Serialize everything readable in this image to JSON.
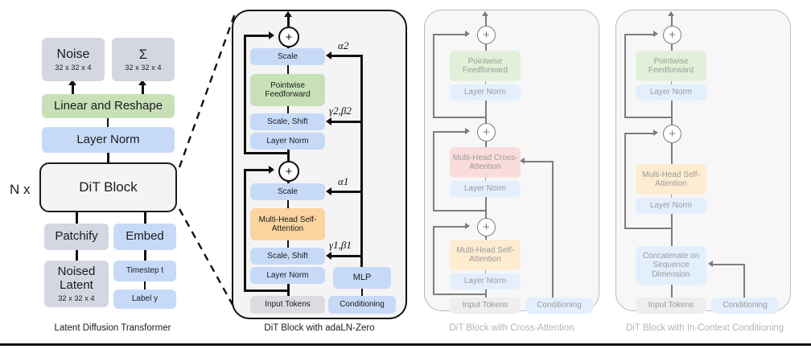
{
  "figure": {
    "dims": "32 x 32 x 4",
    "plus_glyph": "+"
  },
  "panels": [
    {
      "caption": "Latent Diffusion Transformer",
      "nodes": {
        "noise": "Noise",
        "sigma": "Σ",
        "noise_dims": "32 x 32 x 4",
        "sigma_dims": "32 x 32 x 4",
        "linear_reshape": "Linear and Reshape",
        "layer_norm": "Layer Norm",
        "dit_block": "DiT Block",
        "patchify": "Patchify",
        "embed": "Embed",
        "noised_latent": "Noised Latent",
        "noised_latent_dims": "32 x 32 x 4",
        "timestep": "Timestep t",
        "label": "Label y",
        "repeat": "N x"
      }
    },
    {
      "caption": "DiT Block with adaLN-Zero",
      "nodes": {
        "scale_top": "Scale",
        "pointwise_feedforward": "Pointwise Feedforward",
        "scale_shift_top": "Scale, Shift",
        "layer_norm_top": "Layer Norm",
        "scale_bottom": "Scale",
        "multihead_self_attention": "Multi-Head Self-Attention",
        "scale_shift_bottom": "Scale, Shift",
        "layer_norm_bottom": "Layer Norm",
        "mlp": "MLP",
        "input_tokens": "Input Tokens",
        "conditioning": "Conditioning"
      },
      "greek": {
        "alpha2": "α2",
        "gamma_beta2": "γ2,β2",
        "alpha1": "α1",
        "gamma_beta1": "γ1,β1"
      }
    },
    {
      "caption": "DiT Block with Cross-Attention",
      "nodes": {
        "pointwise_feedforward": "Pointwise Feedforward",
        "layer_norm_3": "Layer Norm",
        "multihead_cross_attention": "Multi-Head Cross-Attention",
        "layer_norm_2": "Layer Norm",
        "multihead_self_attention": "Multi-Head Self-Attention",
        "layer_norm_1": "Layer Norm",
        "input_tokens": "Input Tokens",
        "conditioning": "Conditioning"
      }
    },
    {
      "caption": "DiT Block with In-Context Conditioning",
      "nodes": {
        "pointwise_feedforward": "Pointwise Feedforward",
        "layer_norm_2": "Layer Norm",
        "multihead_self_attention": "Multi-Head Self-Attention",
        "layer_norm_1": "Layer Norm",
        "concatenate": "Concatenate on Sequence Dimension",
        "input_tokens": "Input Tokens",
        "conditioning": "Conditioning"
      }
    }
  ],
  "colors": {
    "gray": "#d4d6e2",
    "green": "#c7e0b7",
    "blue": "#c6daf8",
    "orange": "#fbd4a0",
    "red": "#f7c3c3",
    "light_gray": "#dcdce0",
    "outline": "#111111",
    "faded": "#9a9a9a"
  }
}
